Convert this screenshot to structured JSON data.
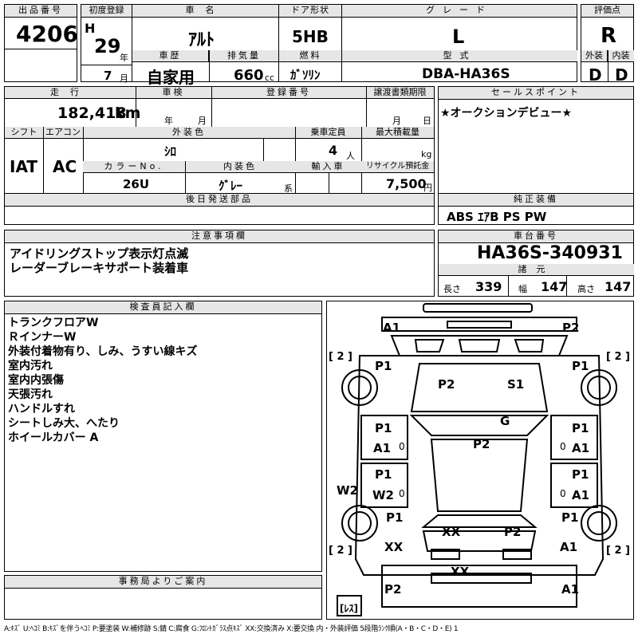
{
  "header": {
    "lot_label": "出品番号",
    "lot_no": "4206",
    "first_reg_label": "初度登録",
    "era": "H",
    "year": "29",
    "year_unit": "年",
    "month": "7",
    "month_unit": "月",
    "car_name_label": "車名",
    "car_name": "ｱﾙﾄ",
    "usage_label": "車歴",
    "usage": "自家用",
    "displacement_label": "排気量",
    "displacement": "660",
    "displacement_unit": "cc",
    "door_label": "ドア形状",
    "door": "5HB",
    "fuel_label": "燃料",
    "fuel": "ｶﾞｿﾘﾝ",
    "grade_label": "グレード",
    "grade": "L",
    "model_label": "型式",
    "model": "DBA-HA36S",
    "score_label": "評価点",
    "score": "R",
    "exterior_label": "外装",
    "exterior": "D",
    "interior_label": "内装",
    "interior": "D"
  },
  "specs": {
    "mileage_label": "走行",
    "mileage": "182,418",
    "mileage_unit": "km",
    "inspection_label": "車検",
    "ins_year_unit": "年",
    "ins_month_unit": "月",
    "reg_no_label": "登録番号",
    "transfer_label": "譲渡書類期限",
    "tr_month_unit": "月",
    "tr_day_unit": "日",
    "shift_label": "シフト",
    "shift": "IAT",
    "ac_label": "エアコン",
    "ac": "AC",
    "ext_color_label": "外装色",
    "ext_color": "ｼﾛ",
    "capacity_label": "乗車定員",
    "capacity": "4",
    "capacity_unit": "人",
    "max_load_label": "最大積載量",
    "max_load_unit": "kg",
    "color_no_label": "カラーNo.",
    "color_no": "26U",
    "int_color_label": "内装色",
    "int_color": "ｸﾞﾚｰ",
    "int_color_suffix": "系",
    "import_label": "輸入車",
    "recycle_label": "リサイクル預託金",
    "recycle": "7,500",
    "recycle_unit": "円",
    "later_parts_label": "後日発送部品"
  },
  "sales_point": {
    "label": "セールスポイント",
    "text": "★オークションデビュー★"
  },
  "options": {
    "label": "純正装備",
    "text": "ABS ｴｱB PS PW"
  },
  "notes": {
    "label": "注意事項欄",
    "lines": [
      "アイドリングストップ表示灯点滅",
      "レーダーブレーキサポート装着車"
    ]
  },
  "chassis": {
    "label": "車台番号",
    "number": "HA36S-340931",
    "dims_label": "諸元",
    "length_label": "長さ",
    "length": "339",
    "width_label": "幅",
    "width": "147",
    "height_label": "高さ",
    "height": "147"
  },
  "inspector": {
    "label": "検査員記入欄",
    "lines": [
      "トランクフロアW",
      "ＲインナーW",
      "外装付着物有り、しみ、うすい線キズ",
      "室内汚れ",
      "室内内張傷",
      "天張汚れ",
      "ハンドルすれ",
      "シートしみ大、へたり",
      "ホイールカバー A"
    ]
  },
  "office": {
    "label": "事務局よりご案内"
  },
  "diagram": {
    "marks": {
      "A1_top": "A1",
      "P2_top": "P2",
      "P1_lf": "P1",
      "P1_rf": "P1",
      "P2_hood": "P2",
      "S1_hood": "S1",
      "G_ws": "G",
      "P2_roof": "P2",
      "P1_fdl": "P1",
      "A1_fdl": "A1",
      "P1_fdr": "P1",
      "A1_fdr": "A1",
      "P1_rdl": "P1",
      "W2_rdl": "W2",
      "P1_rdr": "P1",
      "A1_rdr": "A1",
      "W2_side": "W2",
      "P1_lr": "P1",
      "P1_rr": "P1",
      "XX_trunk_l": "XX",
      "P2_trunk_r": "P2",
      "XX_lq": "XX",
      "A1_rq": "A1",
      "XX_rear": "XX",
      "P2_bl": "P2",
      "A1_br": "A1",
      "tire_fl": "[ 2 ]",
      "tire_fr": "[ 2 ]",
      "tire_rl": "[ 2 ]",
      "tire_rr": "[ 2 ]",
      "spare": "[ﾚｽ]",
      "zero": "0"
    }
  },
  "legend": "A:ｷｽﾞ U:ﾍｺﾐ B:ｷｽﾞを伴うﾍｺﾐ P:要塗装 W:補修跡 S:錆 C:腐食 G:ﾌﾛﾝﾄｶﾞﾗｽ点ｷｽﾞ XX:交換済み X:要交換 内・外装評価 5段階ﾗﾝｸ順(A・B・C・D・E) 1"
}
